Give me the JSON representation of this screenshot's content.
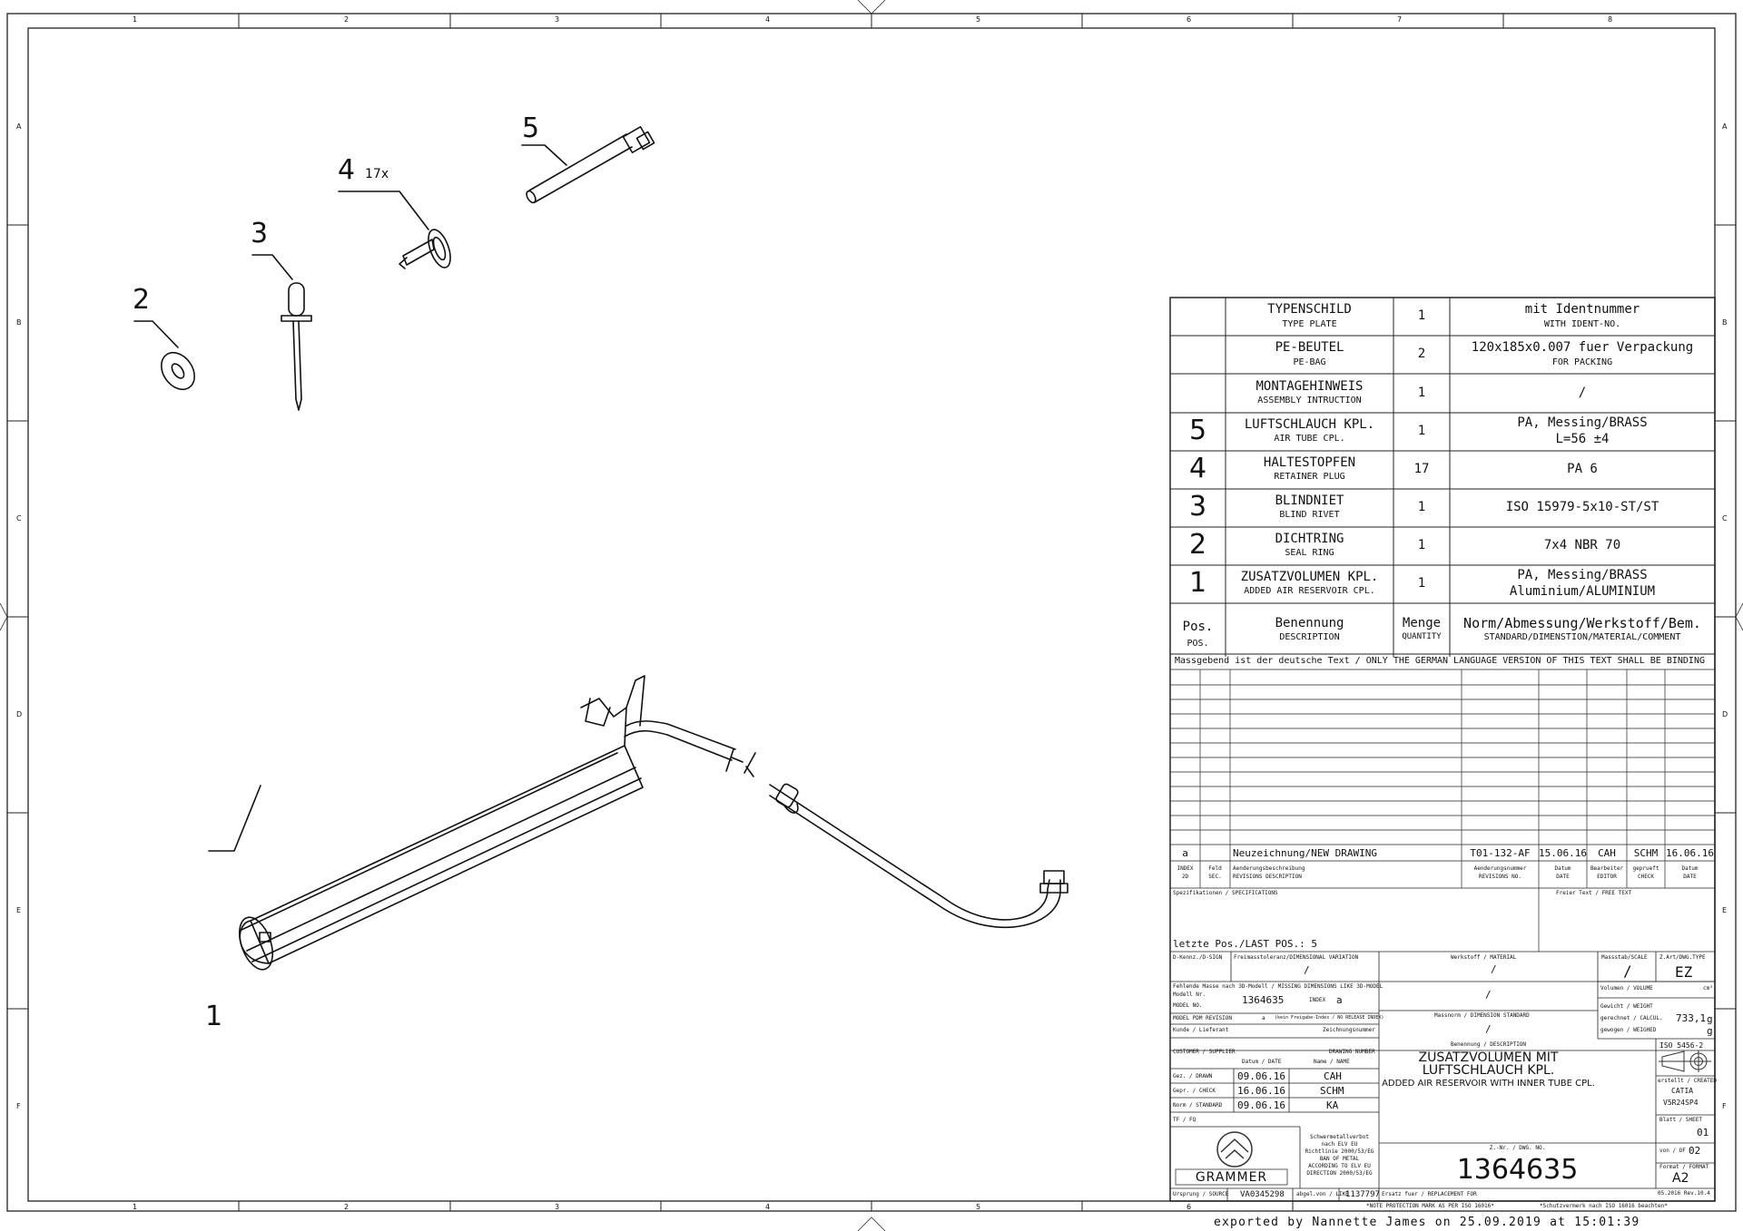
{
  "frame": {
    "columns": [
      "1",
      "2",
      "3",
      "4",
      "5",
      "6",
      "7",
      "8"
    ],
    "rows": [
      "A",
      "B",
      "C",
      "D",
      "E",
      "F"
    ]
  },
  "callouts": {
    "p1": "1",
    "p2": "2",
    "p3": "3",
    "p4": "4",
    "p4_qty": "17x",
    "p5": "5"
  },
  "bom": {
    "rows": [
      {
        "pos": "",
        "name": "TYPENSCHILD",
        "name_en": "TYPE PLATE",
        "qty": "1",
        "norm": "mit Identnummer",
        "norm_en": "WITH IDENT-NO."
      },
      {
        "pos": "",
        "name": "PE-BEUTEL",
        "name_en": "PE-BAG",
        "qty": "2",
        "norm": "120x185x0.007 fuer Verpackung",
        "norm_en": "FOR PACKING"
      },
      {
        "pos": "",
        "name": "MONTAGEHINWEIS",
        "name_en": "ASSEMBLY INTRUCTION",
        "qty": "1",
        "norm": "/",
        "norm_en": ""
      },
      {
        "pos": "5",
        "name": "LUFTSCHLAUCH KPL.",
        "name_en": "AIR TUBE CPL.",
        "qty": "1",
        "norm": "PA, Messing/BRASS",
        "norm_en": "L=56 ±4"
      },
      {
        "pos": "4",
        "name": "HALTESTOPFEN",
        "name_en": "RETAINER PLUG",
        "qty": "17",
        "norm": "PA 6",
        "norm_en": ""
      },
      {
        "pos": "3",
        "name": "BLINDNIET",
        "name_en": "BLIND RIVET",
        "qty": "1",
        "norm": "ISO 15979-5x10-ST/ST",
        "norm_en": ""
      },
      {
        "pos": "2",
        "name": "DICHTRING",
        "name_en": "SEAL RING",
        "qty": "1",
        "norm": "7x4 NBR 70",
        "norm_en": ""
      },
      {
        "pos": "1",
        "name": "ZUSATZVOLUMEN KPL.",
        "name_en": "ADDED AIR RESERVOIR CPL.",
        "qty": "1",
        "norm": "PA, Messing/BRASS",
        "norm_en": "Aluminium/ALUMINIUM"
      }
    ],
    "header": {
      "pos": "Pos.",
      "pos_en": "POS.",
      "name": "Benennung",
      "name_en": "DESCRIPTION",
      "qty": "Menge",
      "qty_en": "QUANTITY",
      "norm": "Norm/Abmessung/Werkstoff/Bem.",
      "norm_en": "STANDARD/DIMENSTION/MATERIAL/COMMENT"
    }
  },
  "language_note": "Massgebend ist der deutsche Text / ONLY THE GERMAN LANGUAGE VERSION OF THIS TEXT SHALL BE BINDING",
  "revision": {
    "index": "a",
    "description": "Neuzeichnung/NEW DRAWING",
    "number": "T01-132-AF",
    "date": "15.06.16",
    "editor": "CAH",
    "check": "SCHM",
    "check_date": "16.06.16",
    "headers": {
      "index": "INDEX",
      "index2": "2D",
      "feld": "Feld",
      "feld2": "SEC.",
      "desc": "Aenderungsbeschreibung",
      "desc2": "REVISIONS DESCRIPTION",
      "num": "Aenderungsnummer",
      "num2": "REVISIONS NO.",
      "date": "Datum",
      "date2": "DATE",
      "editor": "Bearbeiter",
      "editor2": "EDITOR",
      "check": "geprueft",
      "check2": "CHECK",
      "cdate": "Datum",
      "cdate2": "DATE"
    }
  },
  "title_block": {
    "specifications": "Spezifikationen / SPECIFICATIONS",
    "free_text": "Freier Text / FREE TEXT",
    "last_pos": "letzte Pos./LAST POS.: 5",
    "dkennz": "D-Kennz./D-SIGN",
    "tolerance_label": "Freimasstoleranz/DIMENSIONAL VARIATION",
    "tolerance": "/",
    "material_label": "Werkstoff / MATERIAL",
    "material": "/",
    "material2": "/",
    "scale_label": "Massstab/SCALE",
    "scale": "/",
    "type_label": "Z.Art/DWG.TYPE",
    "type": "EZ",
    "missing_dims": "Fehlende Masse nach 3D-Modell / MISSING DIMENSIONS LIKE 3D-MODEL",
    "model_nr": "Modell Nr.",
    "model_no": "MODEL NO.",
    "model_value": "1364635",
    "index_label": "INDEX",
    "index_value": "a",
    "volume_label": "Volumen / VOLUME",
    "volume_unit": "cm³",
    "weight_label": "Gewicht / WEIGHT",
    "calc_label": "gerechnet / CALCUL.",
    "calc_value": "733,1",
    "calc_unit": "g",
    "weighed_label": "gewogen / WEIGHED",
    "weighed_unit": "g",
    "pdm_label": "MODEL PDM REVISION",
    "pdm_value": "a",
    "pdm_note": "(kein Freigabe-Index / NO RELEASE INDEX)",
    "dim_std_label": "Massnorm / DIMENSION STANDARD",
    "dim_std": "/",
    "customer_label": "Kunde / Lieferant",
    "customer_en": "CUSTOMER / SUPPLIER",
    "drawing_label": "Zeichnungsnummer",
    "drawing_en": "DRAWING NUMBER",
    "date_hdr": "Datum / DATE",
    "name_hdr": "Name / NAME",
    "drawn_label": "Gez. / DRAWN",
    "drawn_date": "09.06.16",
    "drawn_name": "CAH",
    "check_label": "Gepr. / CHECK",
    "check_date": "16.06.16",
    "check_name": "SCHM",
    "std_label": "Norm / STANDARD",
    "std_date": "09.06.16",
    "std_name": "KA",
    "tf_label": "TF / FQ",
    "desc_label": "Benennung / DESCRIPTION",
    "title1": "ZUSATZVOLUMEN MIT",
    "title2": "LUFTSCHLAUCH KPL.",
    "title_en": "ADDED AIR RESERVOIR WITH INNER TUBE CPL.",
    "iso": "ISO 5456-2",
    "created_label": "erstellt / CREATED",
    "created1": "CATIA",
    "created2": "V5R24SP4",
    "sheet_label": "Blatt / SHEET",
    "sheet": "01",
    "of_label": "von / OF",
    "of": "02",
    "format_label": "Format / FORMAT",
    "format": "A2",
    "rev_note": "05.2016 Rev.10.4",
    "metal_ban": [
      "Schwermetallverbot",
      "nach ELV EU",
      "Richtlinie 2000/53/EG",
      "BAN OF METAL",
      "ACCORDING TO ELV EU",
      "DIRECTION 2000/53/EG"
    ],
    "logo_text": "GRAMMER",
    "dwg_no_label": "Z.-Nr. / DWG. NO.",
    "dwg_no": "1364635",
    "source_label": "Ursprung / SOURCE",
    "source": "VA0345298",
    "like_label": "abgel.von / LIKE",
    "like": "1137797",
    "replace_label": "Ersatz fuer / REPLACEMENT FOR"
  },
  "footer": {
    "note1": "*NOTE PROTECTION MARK AS PER ISO 16016*",
    "note2": "*Schutzvermerk nach ISO 16016 beachten*",
    "exported": "exported by Nannette James on 25.09.2019 at  15:01:39"
  }
}
